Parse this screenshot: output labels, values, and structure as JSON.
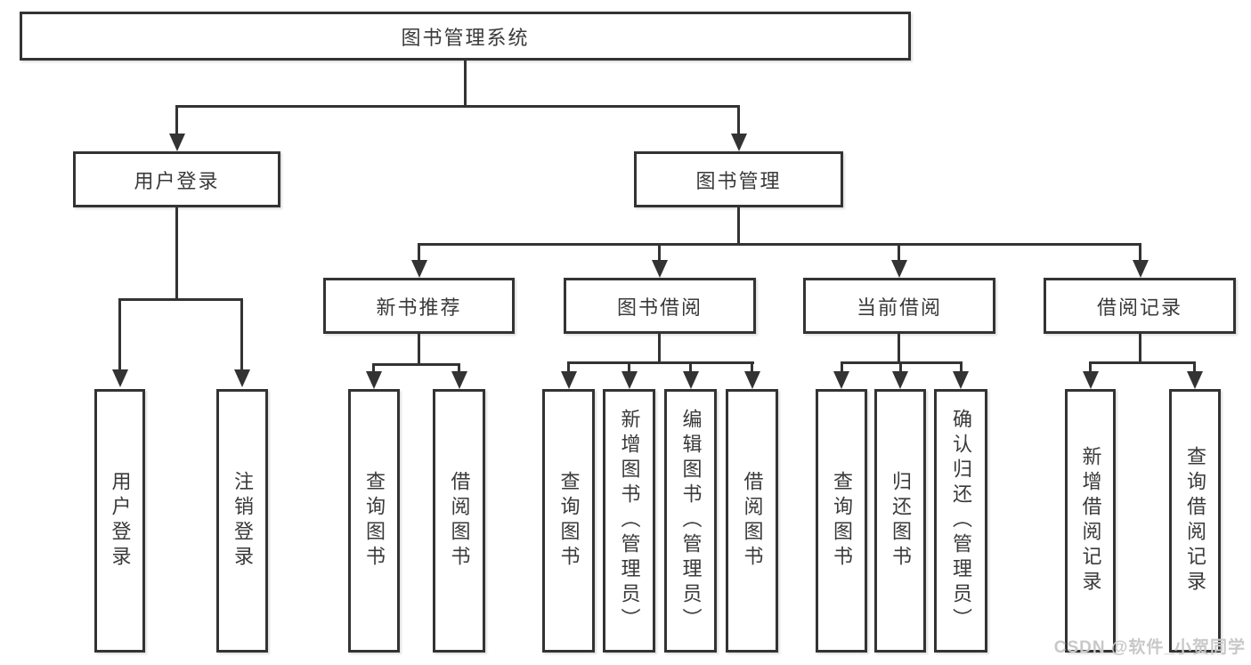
{
  "tree": {
    "label": "图书管理系统",
    "children": [
      {
        "label": "用户登录",
        "children": [
          {
            "label": "用户登录"
          },
          {
            "label": "注销登录"
          }
        ]
      },
      {
        "label": "图书管理",
        "children": [
          {
            "label": "新书推荐",
            "children": [
              {
                "label": "查询图书"
              },
              {
                "label": "借阅图书"
              }
            ]
          },
          {
            "label": "图书借阅",
            "children": [
              {
                "label": "查询图书"
              },
              {
                "label": "新增图书（管理员）"
              },
              {
                "label": "编辑图书（管理员）"
              },
              {
                "label": "借阅图书"
              }
            ]
          },
          {
            "label": "当前借阅",
            "children": [
              {
                "label": "查询图书"
              },
              {
                "label": "归还图书"
              },
              {
                "label": "确认归还（管理员）"
              }
            ]
          },
          {
            "label": "借阅记录",
            "children": [
              {
                "label": "新增借阅记录"
              },
              {
                "label": "查询借阅记录"
              }
            ]
          }
        ]
      }
    ]
  },
  "watermark": {
    "text": "CSDN @软件_小贺同学"
  },
  "colors": {
    "line": "#333333",
    "text": "#3a3a3a",
    "box_background": "#ffffff",
    "page_background": "#ffffff",
    "watermark": "#c8c8c8"
  }
}
